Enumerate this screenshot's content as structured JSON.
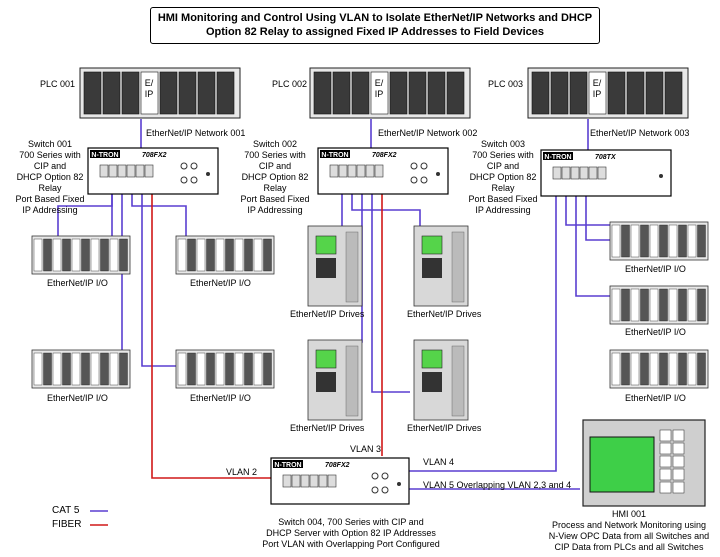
{
  "title": {
    "line1": "HMI Monitoring and Control Using VLAN to Isolate EtherNet/IP Networks and DHCP",
    "line2": "Option 82 Relay to assigned Fixed IP Addresses to Field Devices"
  },
  "plcs": [
    {
      "label": "PLC 001",
      "module": "E/\nIP",
      "network": "EtherNet/IP Network 001"
    },
    {
      "label": "PLC 002",
      "module": "E/\nIP",
      "network": "EtherNet/IP Network 002"
    },
    {
      "label": "PLC 003",
      "module": "E/\nIP",
      "network": "EtherNet/IP Network 003"
    }
  ],
  "switches": {
    "s1": {
      "brand": "N-TRON",
      "model": "708FX2",
      "desc": [
        "Switch 001",
        "700 Series with",
        "CIP and",
        "DHCP Option 82",
        "Relay",
        "Port Based Fixed",
        "IP Addressing"
      ]
    },
    "s2": {
      "brand": "N-TRON",
      "model": "708FX2",
      "desc": [
        "Switch 002",
        "700 Series with",
        "CIP and",
        "DHCP Option 82",
        "Relay",
        "Port Based Fixed",
        "IP Addressing"
      ]
    },
    "s3": {
      "brand": "N-TRON",
      "model": "708TX",
      "desc": [
        "Switch 003",
        "700 Series with",
        "CIP and",
        "DHCP Option 82",
        "Relay",
        "Port Based Fixed",
        "IP Addressing"
      ]
    },
    "s4": {
      "brand": "N-TRON",
      "model": "708FX2",
      "desc": [
        "Switch 004,  700 Series with CIP and",
        "DHCP Server with Option 82 IP Addresses",
        "Port VLAN with Overlapping Port Configured"
      ]
    }
  },
  "devices": {
    "io_label": "EtherNet/IP I/O",
    "drives_label": "EtherNet/IP Drives"
  },
  "vlans": {
    "v2": "VLAN 2",
    "v3": "VLAN 3",
    "v4": "VLAN 4",
    "v5": "VLAN 5 Overlapping VLAN 2,3 and 4"
  },
  "hmi": {
    "lines": [
      "HMI 001",
      "Process and Network Monitoring using",
      "N-View OPC Data from all Switches and",
      "CIP Data from PLCs and all Switches"
    ]
  },
  "legend": [
    {
      "label": "CAT 5",
      "color": "#5a3fd0"
    },
    {
      "label": "FIBER",
      "color": "#d01818"
    }
  ],
  "colors": {
    "cat5": "#5a3fd0",
    "fiber": "#d01818"
  }
}
